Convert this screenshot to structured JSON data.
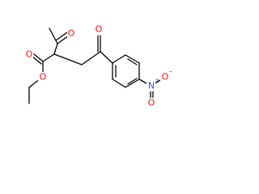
{
  "molecule": {
    "atom_labels": {
      "o_acetyl": "O",
      "o_ester_carbonyl": "O",
      "o_ester_ether": "O",
      "o_ketone": "O",
      "n_nitro": "N",
      "n_nitro_charge": "+",
      "o_nitro_double": "O",
      "o_nitro_single": "O",
      "o_nitro_single_charge": "−"
    },
    "colors": {
      "bond": "#000000",
      "oxygen": "#ff0d0d",
      "nitrogen": "#3050f8"
    }
  }
}
